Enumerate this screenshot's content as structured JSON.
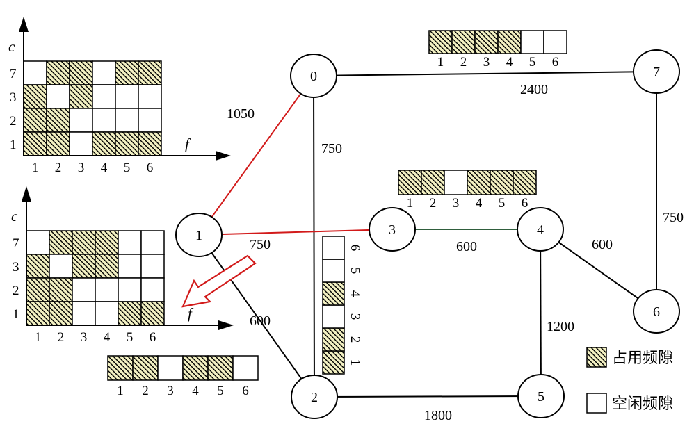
{
  "colors": {
    "red_edge": "#d21a1a",
    "green_edge": "#2f5e3d",
    "occupied_fill": "#f2f0c2",
    "hatch_line": "#000000"
  },
  "nodes": [
    {
      "id": "0",
      "label": "0"
    },
    {
      "id": "1",
      "label": "1"
    },
    {
      "id": "2",
      "label": "2"
    },
    {
      "id": "3",
      "label": "3"
    },
    {
      "id": "4",
      "label": "4"
    },
    {
      "id": "5",
      "label": "5"
    },
    {
      "id": "6",
      "label": "6"
    },
    {
      "id": "7",
      "label": "7"
    }
  ],
  "edges": [
    {
      "from": "0",
      "to": "7",
      "label": "2400",
      "color": "black"
    },
    {
      "from": "1",
      "to": "0",
      "label": "1050",
      "color": "red"
    },
    {
      "from": "0",
      "to": "2",
      "label": "750",
      "color": "black"
    },
    {
      "from": "1",
      "to": "3",
      "label": "750",
      "color": "red"
    },
    {
      "from": "3",
      "to": "4",
      "label": "600",
      "color": "green"
    },
    {
      "from": "4",
      "to": "6",
      "label": "600",
      "color": "black"
    },
    {
      "from": "7",
      "to": "6",
      "label": "750",
      "color": "black"
    },
    {
      "from": "1",
      "to": "2",
      "label": "600",
      "color": "black"
    },
    {
      "from": "2",
      "to": "5",
      "label": "1800",
      "color": "black"
    },
    {
      "from": "4",
      "to": "5",
      "label": "1200",
      "color": "black"
    }
  ],
  "slot_bars": [
    {
      "id": "link-0-7",
      "numbers": [
        "1",
        "2",
        "3",
        "4",
        "5",
        "6"
      ],
      "occupied": [
        true,
        true,
        true,
        true,
        false,
        false
      ]
    },
    {
      "id": "link-3-4",
      "numbers": [
        "1",
        "2",
        "3",
        "4",
        "5",
        "6"
      ],
      "occupied": [
        true,
        true,
        false,
        true,
        true,
        true
      ]
    },
    {
      "id": "link-0-2",
      "numbers": [
        "1",
        "2",
        "3",
        "4",
        "5",
        "6"
      ],
      "occupied": [
        true,
        true,
        false,
        true,
        false,
        false
      ]
    },
    {
      "id": "link-1-2",
      "numbers": [
        "1",
        "2",
        "3",
        "4",
        "5",
        "6"
      ],
      "occupied": [
        true,
        true,
        false,
        true,
        true,
        false
      ]
    }
  ],
  "grids": [
    {
      "id": "grid-top",
      "y_axis_label": "c",
      "x_axis_label": "f",
      "row_labels": [
        "7",
        "3",
        "2",
        "1"
      ],
      "col_labels": [
        "1",
        "2",
        "3",
        "4",
        "5",
        "6"
      ],
      "occupied": [
        [
          false,
          true,
          true,
          false,
          true,
          true
        ],
        [
          true,
          false,
          true,
          false,
          false,
          false
        ],
        [
          true,
          true,
          false,
          false,
          false,
          false
        ],
        [
          true,
          true,
          false,
          true,
          true,
          true
        ]
      ]
    },
    {
      "id": "grid-bottom",
      "y_axis_label": "c",
      "x_axis_label": "f",
      "row_labels": [
        "7",
        "3",
        "2",
        "1"
      ],
      "col_labels": [
        "1",
        "2",
        "3",
        "4",
        "5",
        "6"
      ],
      "occupied": [
        [
          false,
          true,
          true,
          true,
          false,
          false
        ],
        [
          true,
          false,
          true,
          true,
          false,
          false
        ],
        [
          true,
          true,
          false,
          false,
          false,
          false
        ],
        [
          true,
          true,
          false,
          false,
          true,
          true
        ]
      ]
    }
  ],
  "legend": {
    "occupied_label": "占用频隙",
    "free_label": "空闲频隙"
  }
}
